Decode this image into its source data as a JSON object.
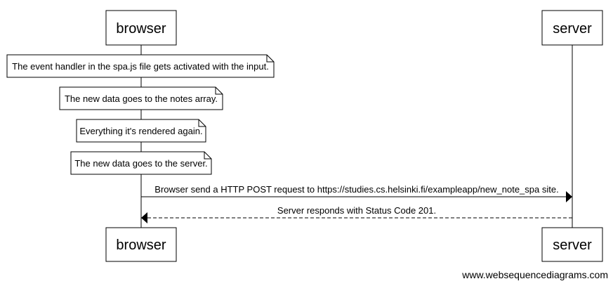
{
  "participants": [
    {
      "id": "browser",
      "label": "browser"
    },
    {
      "id": "server",
      "label": "server"
    }
  ],
  "notes": [
    {
      "text": "The event handler in the spa.js file gets activated with the input."
    },
    {
      "text": "The new data goes to the notes array."
    },
    {
      "text": "Everything it's rendered again."
    },
    {
      "text": "The new data goes to the server."
    }
  ],
  "messages": [
    {
      "from": "browser",
      "to": "server",
      "style": "solid",
      "text": "Browser send a HTTP POST request to https://studies.cs.helsinki.fi/exampleapp/new_note_spa site."
    },
    {
      "from": "server",
      "to": "browser",
      "style": "dashed",
      "text": "Server responds with Status Code 201."
    }
  ],
  "watermark": "www.websequencediagrams.com"
}
